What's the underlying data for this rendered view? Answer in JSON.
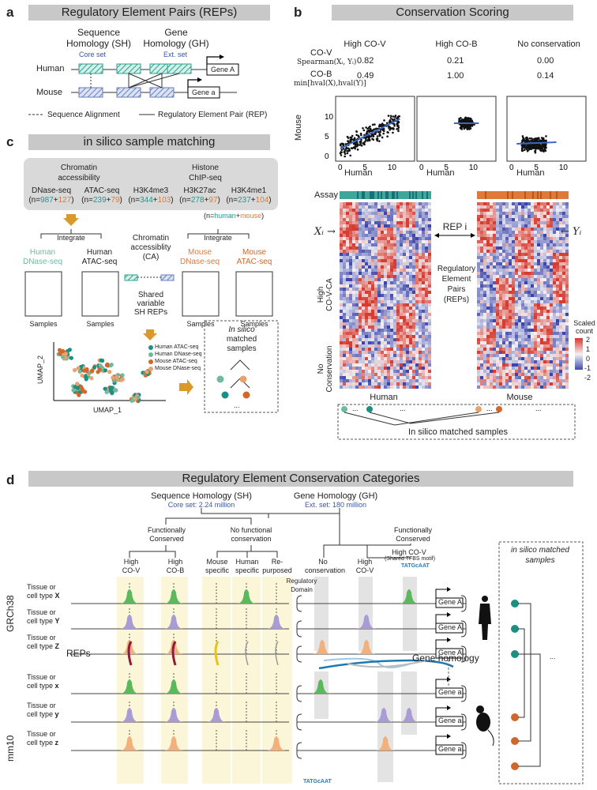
{
  "panel_a": {
    "label": "a",
    "title": "Regulatory Element Pairs (REPs)",
    "sh": "Sequence\nHomology (SH)",
    "gh": "Gene\nHomology (GH)",
    "core_set": "Core set",
    "ext_set": "Ext. set",
    "human": "Human",
    "mouse": "Mouse",
    "gene_A": "Gene A",
    "gene_a": "Gene a",
    "legend_alignment": "Sequence Alignment",
    "legend_rep": "Regulatory Element Pair (REP)"
  },
  "panel_b": {
    "label": "b",
    "title": "Conservation Scoring",
    "col_high_cov": "High CO-V",
    "col_high_cob": "High CO-B",
    "col_none": "No conservation",
    "cov": "CO-V",
    "cov_formula": "Spearman(Xᵢ, Yᵢ)",
    "cob": "CO-B",
    "cob_formula": "min[hval(X),hval(Y)]",
    "cov_values": [
      "0.82",
      "0.21",
      "0.00"
    ],
    "cob_values": [
      "0.49",
      "1.00",
      "0.14"
    ],
    "y_axis": "Mouse",
    "x_axis": "Human",
    "ticks_y": [
      "10",
      "5",
      "0"
    ],
    "ticks_x": [
      "0",
      "5",
      "10"
    ],
    "assay": "Assay",
    "xi": "Xᵢ →",
    "yi": "← Yᵢ",
    "rep_i": "REP i",
    "high_cov_ca": "High\nCO-V-CA",
    "rep_text": "Regulatory\nElement\nPairs\n(REPs)",
    "no_conservation": "No\nConservation",
    "scaled_count": "Scaled\ncount",
    "scale_ticks": [
      "2",
      "1",
      "0",
      "-1",
      "-2"
    ],
    "heat_human": "Human",
    "heat_mouse": "Mouse",
    "matched": "In silico matched samples",
    "dots": "..."
  },
  "panel_c": {
    "label": "c",
    "title": "in silico sample matching",
    "chromatin": "Chromatin\naccessibility",
    "histone": "Histone\nChIP-seq",
    "assays": [
      {
        "name": "DNase-seq",
        "h": "987",
        "m": "127"
      },
      {
        "name": "ATAC-seq",
        "h": "239",
        "m": "79"
      },
      {
        "name": "H3K4me3",
        "h": "344",
        "m": "103"
      },
      {
        "name": "H3K27ac",
        "h": "278",
        "m": "97"
      },
      {
        "name": "H3K4me1",
        "h": "237",
        "m": "104"
      }
    ],
    "n_key_pre": "(n=",
    "n_key_h": "human",
    "n_key_plus": "+",
    "n_key_m": "mouse",
    "n_key_post": ")",
    "integrate": "Integrate",
    "human_dnase": "Human\nDNase-seq",
    "human_atac": "Human\nATAC-seq",
    "mouse_dnase": "Mouse\nDNase-seq",
    "mouse_atac": "Mouse\nATAC-seq",
    "ca": "Chromatin\naccessiblity\n(CA)",
    "shared": "Shared\nvariable\nSH REPs",
    "samples": "Samples",
    "umap_x": "UMAP_1",
    "umap_y": "UMAP_2",
    "legend": [
      "Human ATAC-seq",
      "Human DNase-seq",
      "Mouse ATAC-seq",
      "Mouse DNase-seq"
    ],
    "in_silico": "In silico",
    "matched_samples": "matched\nsamples",
    "ellipsis": "..."
  },
  "panel_d": {
    "label": "d",
    "title": "Regulatory Element Conservation Categories",
    "sh": "Sequence Homology (SH)",
    "sh_core": "Core set: 2.24 million",
    "gh": "Gene Homology (GH)",
    "gh_ext": "Ext. set: 180 million",
    "func_cons": "Functionally\nConserved",
    "no_func": "No functional\nconservation",
    "func_cons2": "Functionally\nConserved",
    "cat_high_cov": "High\nCO-V",
    "cat_high_cob": "High\nCO-B",
    "cat_mouse_spec": "Mouse\nspecific",
    "cat_human_spec": "Human\nspecific",
    "cat_repurposed": "Re-\npurposed",
    "cat_no_cons": "No\nconservation",
    "cat_high_cov2": "High\nCO-V",
    "cat_high_cov_tfbs": "High CO-V",
    "shared_tfbs": "(Shared TFBS motif)",
    "reg_domain": "Regulatory\nDomain",
    "grch38": "GRCh38",
    "mm10": "mm10",
    "reps": "REPs",
    "gene_homology": "Gene homology",
    "tissue_prefix": "Tissue or\ncell type",
    "tissues_h": [
      "X",
      "Y",
      "Z"
    ],
    "tissues_m": [
      "x",
      "y",
      "z"
    ],
    "gene_A": "Gene A",
    "gene_a": "Gene a",
    "matched_title": "in silico matched\nsamples",
    "ellipsis": "...",
    "motif": "TATGcAAT"
  },
  "colors": {
    "teal": "#1a9a8f",
    "orange": "#e07a3a",
    "green": "#5cb85c",
    "purple": "#a99bd4",
    "peach": "#f3b07a",
    "banner": "#c8c8c8",
    "highlight": "#fbf6d8"
  }
}
